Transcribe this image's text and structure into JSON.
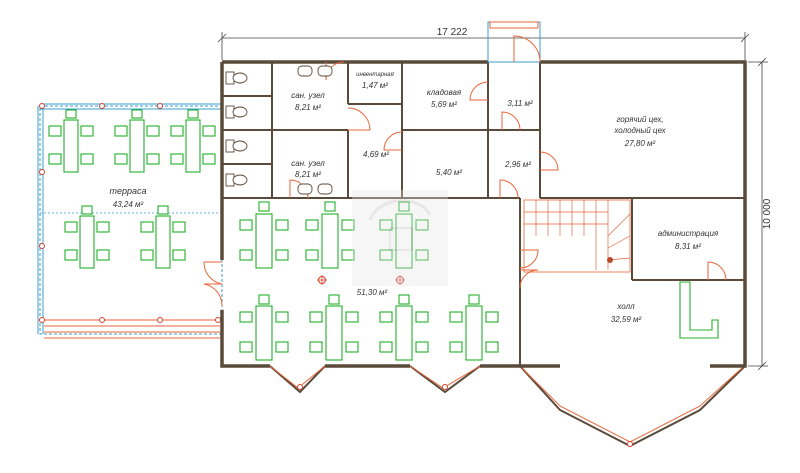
{
  "dimensions": {
    "width": "17 222",
    "height": "10 000"
  },
  "rooms": {
    "terrace": {
      "name": "терраса",
      "area": "43,24 м²"
    },
    "wc_top": {
      "name": "сан. узел",
      "area": "8,21 м²"
    },
    "wc_bottom": {
      "name": "сан. узел",
      "area": "8,21 м²"
    },
    "inventory": {
      "name": "инвентарная",
      "area": "1,47 м²"
    },
    "corridor": {
      "area": "4,69 м²"
    },
    "pantry": {
      "name": "кладовая",
      "area": "5,69 м²"
    },
    "room_540": {
      "area": "5,40 м²"
    },
    "room_311": {
      "area": "3,11 м²"
    },
    "room_296": {
      "area": "2,96 м²"
    },
    "kitchen": {
      "name_line1": "горячий цех,",
      "name_line2": "холодный цех",
      "area": "27,80 м²"
    },
    "hall_main": {
      "area": "51,30 м²"
    },
    "admin": {
      "name": "администрация",
      "area": "8,31 м²"
    },
    "lobby": {
      "name": "холл",
      "area": "32,59 м²"
    }
  },
  "colors": {
    "walls": "#5a4a3a",
    "furniture": "#22b02a",
    "doors_windows": "#e8663a",
    "railing": "#3a9ed2",
    "columns": "#d6402a"
  }
}
